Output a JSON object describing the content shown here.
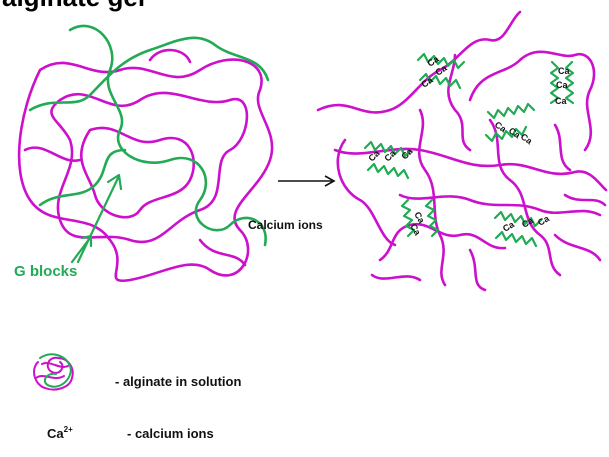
{
  "title": "alginate gel",
  "labels": {
    "g_blocks": "G blocks",
    "calcium_ions": "Calcium ions",
    "ion_symbol": "Ca",
    "legend_alginate": "- alginate in solution",
    "legend_ca_symbol": "Ca",
    "legend_ca_charge": "2+",
    "legend_calcium": "- calcium ions"
  },
  "colors": {
    "chain": "#cc10cc",
    "g_block": "#22aa55",
    "text": "#111111"
  },
  "icons": {
    "arrow": "right-arrow-icon"
  }
}
